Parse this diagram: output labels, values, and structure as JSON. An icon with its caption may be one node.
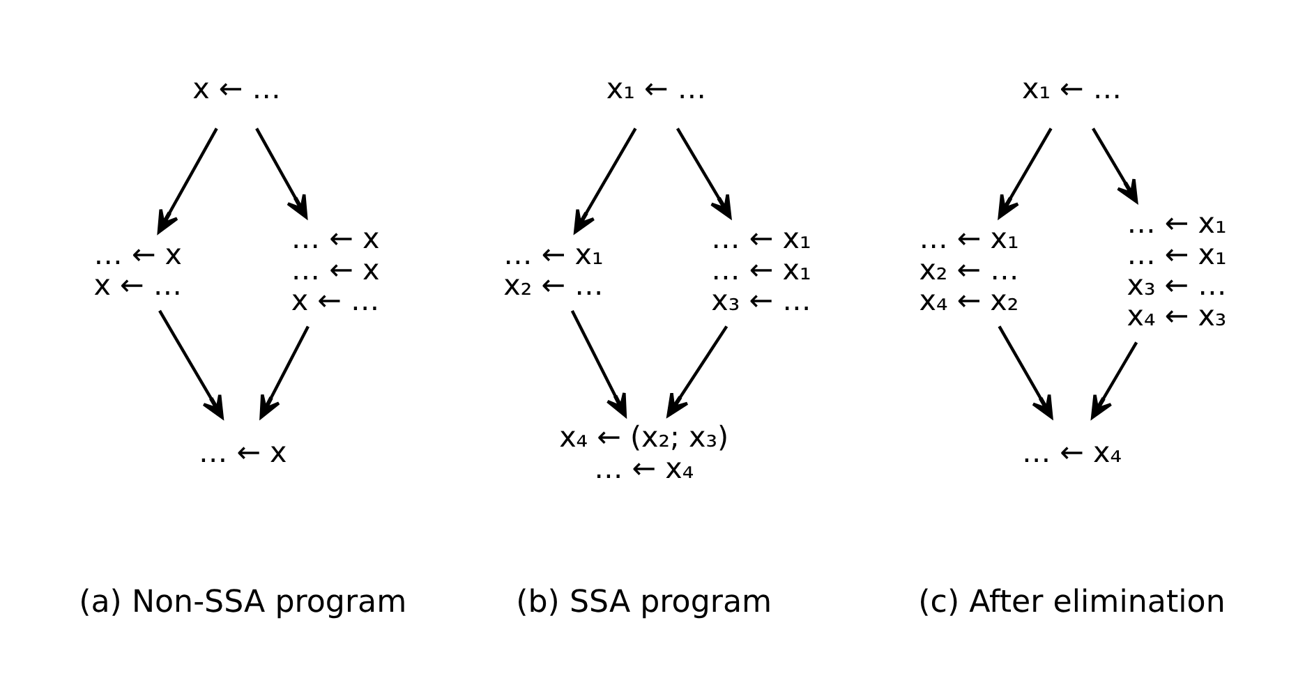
{
  "diagram": {
    "nodes": [
      {
        "text": [
          "x ← …"
        ]
      },
      {
        "text": [
          "… ← x",
          "x ← …"
        ]
      },
      {
        "text": [
          "… ← x",
          "… ← x",
          "x ← …"
        ]
      },
      {
        "text": [
          "… ← x"
        ]
      },
      {
        "text": [
          "x₁ ← …"
        ]
      },
      {
        "text": [
          "… ← x₁",
          "x₂ ← …"
        ]
      },
      {
        "text": [
          "… ← x₁",
          "… ← x₁",
          "x₃ ← …"
        ]
      },
      {
        "text": [
          "x₄ ← (x₂; x₃)",
          "… ← x₄"
        ]
      },
      {
        "text": [
          "x₁ ← …"
        ]
      },
      {
        "text": [
          "… ← x₁",
          "x₂ ← …",
          "x₄ ← x₂"
        ]
      },
      {
        "text": [
          "… ← x₁",
          "… ← x₁",
          "x₃ ← …",
          "x₄ ← x₃"
        ]
      },
      {
        "text": [
          "… ← x₄"
        ]
      }
    ],
    "edges": [
      {
        "from": 0,
        "to": 1,
        "arrow": "to"
      },
      {
        "from": 0,
        "to": 2,
        "arrow": "to"
      },
      {
        "from": 1,
        "to": 3,
        "arrow": "to"
      },
      {
        "from": 2,
        "to": 3,
        "arrow": "to"
      },
      {
        "from": 4,
        "to": 5,
        "arrow": "to"
      },
      {
        "from": 4,
        "to": 6,
        "arrow": "to"
      },
      {
        "from": 5,
        "to": 7,
        "arrow": "to"
      },
      {
        "from": 6,
        "to": 7,
        "arrow": "to"
      },
      {
        "from": 8,
        "to": 9,
        "arrow": "to"
      },
      {
        "from": 8,
        "to": 10,
        "arrow": "to"
      },
      {
        "from": 9,
        "to": 11,
        "arrow": "to"
      },
      {
        "from": 10,
        "to": 11,
        "arrow": "to"
      }
    ],
    "labels": [
      "(a) Non-SSA program",
      "(b) SSA program",
      "(c) After elimination"
    ]
  }
}
